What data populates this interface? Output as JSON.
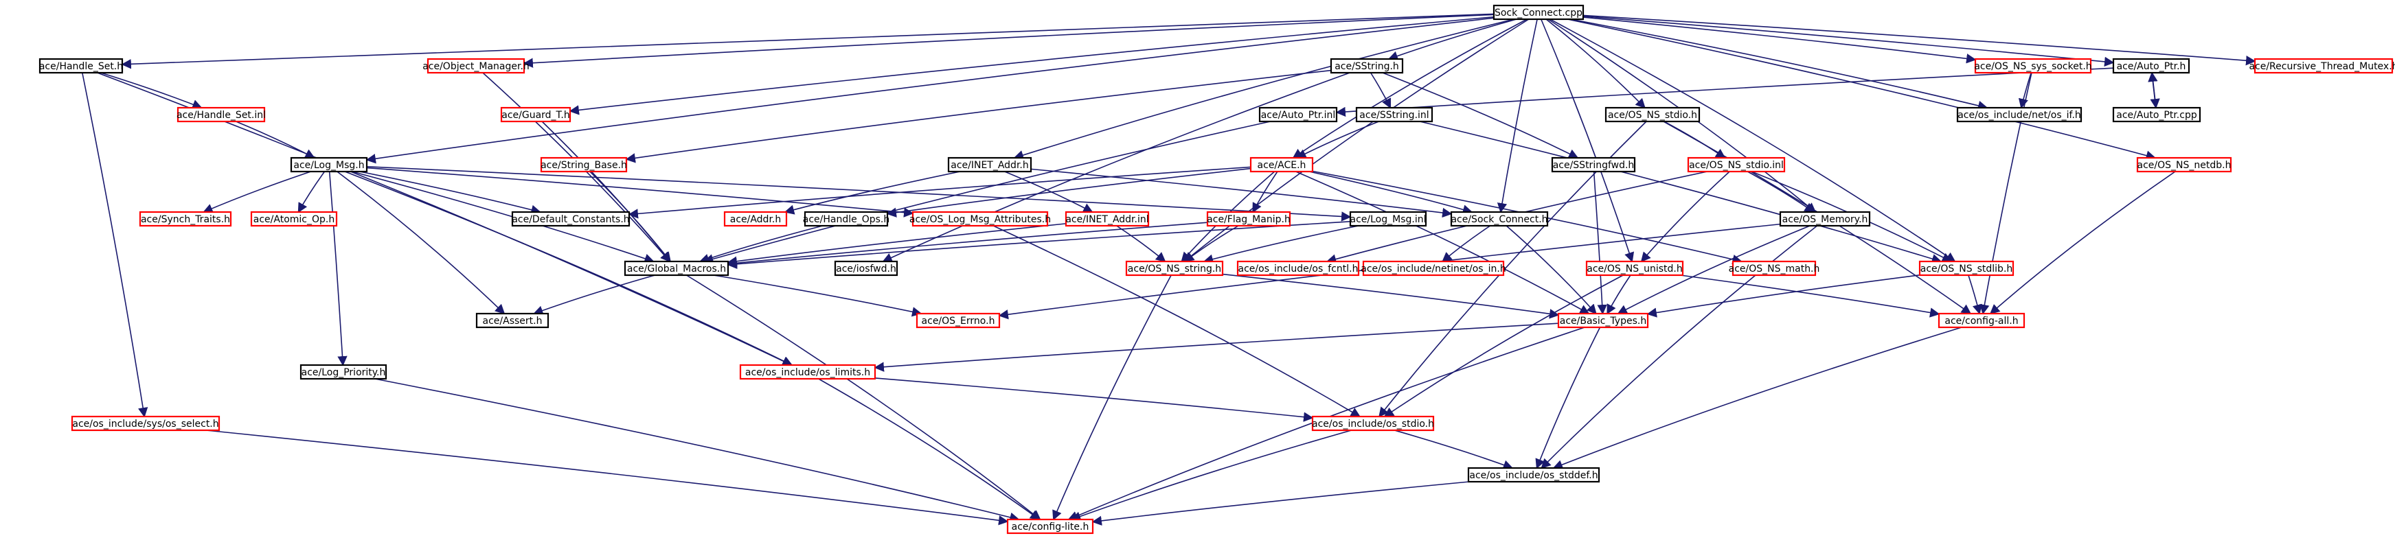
{
  "colors": {
    "box_black": "#000000",
    "box_red": "#ff0000",
    "box_root_fill": "#bfbfbf",
    "edge": "#1a1a6e"
  },
  "nodes": [
    {
      "id": "root",
      "label": "Sock_Connect.cpp",
      "style": "root"
    },
    {
      "id": "handle_set_h",
      "label": "ace/Handle_Set.h",
      "style": "black"
    },
    {
      "id": "object_manager_h",
      "label": "ace/Object_Manager.h",
      "style": "red"
    },
    {
      "id": "sstring_h",
      "label": "ace/SString.h",
      "style": "black"
    },
    {
      "id": "os_ns_sys_socket_h",
      "label": "ace/OS_NS_sys_socket.h",
      "style": "red"
    },
    {
      "id": "auto_ptr_h",
      "label": "ace/Auto_Ptr.h",
      "style": "black"
    },
    {
      "id": "recursive_thread_mutex_h",
      "label": "ace/Recursive_Thread_Mutex.h",
      "style": "red"
    },
    {
      "id": "handle_set_inl",
      "label": "ace/Handle_Set.inl",
      "style": "red"
    },
    {
      "id": "guard_t_h",
      "label": "ace/Guard_T.h",
      "style": "red"
    },
    {
      "id": "auto_ptr_inl",
      "label": "ace/Auto_Ptr.inl",
      "style": "black"
    },
    {
      "id": "sstring_inl",
      "label": "ace/SString.inl",
      "style": "black"
    },
    {
      "id": "os_ns_stdio_h",
      "label": "ace/OS_NS_stdio.h",
      "style": "black"
    },
    {
      "id": "os_if_h",
      "label": "ace/os_include/net/os_if.h",
      "style": "black"
    },
    {
      "id": "auto_ptr_cpp",
      "label": "ace/Auto_Ptr.cpp",
      "style": "black"
    },
    {
      "id": "log_msg_h",
      "label": "ace/Log_Msg.h",
      "style": "black"
    },
    {
      "id": "string_base_h",
      "label": "ace/String_Base.h",
      "style": "red"
    },
    {
      "id": "inet_addr_h",
      "label": "ace/INET_Addr.h",
      "style": "black"
    },
    {
      "id": "ace_h",
      "label": "ace/ACE.h",
      "style": "red"
    },
    {
      "id": "sstringfwd_h",
      "label": "ace/SStringfwd.h",
      "style": "black"
    },
    {
      "id": "os_ns_stdio_inl",
      "label": "ace/OS_NS_stdio.inl",
      "style": "red"
    },
    {
      "id": "os_ns_netdb_h",
      "label": "ace/OS_NS_netdb.h",
      "style": "red"
    },
    {
      "id": "synch_traits_h",
      "label": "ace/Synch_Traits.h",
      "style": "red"
    },
    {
      "id": "atomic_op_h",
      "label": "ace/Atomic_Op.h",
      "style": "red"
    },
    {
      "id": "default_constants_h",
      "label": "ace/Default_Constants.h",
      "style": "black"
    },
    {
      "id": "addr_h",
      "label": "ace/Addr.h",
      "style": "red"
    },
    {
      "id": "handle_ops_h",
      "label": "ace/Handle_Ops.h",
      "style": "black"
    },
    {
      "id": "os_log_msg_attributes_h",
      "label": "ace/OS_Log_Msg_Attributes.h",
      "style": "red"
    },
    {
      "id": "inet_addr_inl",
      "label": "ace/INET_Addr.inl",
      "style": "red"
    },
    {
      "id": "flag_manip_h",
      "label": "ace/Flag_Manip.h",
      "style": "red"
    },
    {
      "id": "log_msg_inl",
      "label": "ace/Log_Msg.inl",
      "style": "black"
    },
    {
      "id": "sock_connect_h",
      "label": "ace/Sock_Connect.h",
      "style": "black"
    },
    {
      "id": "os_memory_h",
      "label": "ace/OS_Memory.h",
      "style": "black"
    },
    {
      "id": "global_macros_h",
      "label": "ace/Global_Macros.h",
      "style": "black"
    },
    {
      "id": "iosfwd_h",
      "label": "ace/iosfwd.h",
      "style": "black"
    },
    {
      "id": "os_ns_string_h",
      "label": "ace/OS_NS_string.h",
      "style": "red"
    },
    {
      "id": "os_fcntl_h",
      "label": "ace/os_include/os_fcntl.h",
      "style": "red"
    },
    {
      "id": "os_in_h",
      "label": "ace/os_include/netinet/os_in.h",
      "style": "red"
    },
    {
      "id": "os_ns_unistd_h",
      "label": "ace/OS_NS_unistd.h",
      "style": "red"
    },
    {
      "id": "os_ns_math_h",
      "label": "ace/OS_NS_math.h",
      "style": "red"
    },
    {
      "id": "os_ns_stdlib_h",
      "label": "ace/OS_NS_stdlib.h",
      "style": "red"
    },
    {
      "id": "assert_h",
      "label": "ace/Assert.h",
      "style": "black"
    },
    {
      "id": "os_errno_h",
      "label": "ace/OS_Errno.h",
      "style": "red"
    },
    {
      "id": "basic_types_h",
      "label": "ace/Basic_Types.h",
      "style": "red"
    },
    {
      "id": "config_all_h",
      "label": "ace/config-all.h",
      "style": "red"
    },
    {
      "id": "log_priority_h",
      "label": "ace/Log_Priority.h",
      "style": "black"
    },
    {
      "id": "os_limits_h",
      "label": "ace/os_include/os_limits.h",
      "style": "red"
    },
    {
      "id": "os_select_h",
      "label": "ace/os_include/sys/os_select.h",
      "style": "red"
    },
    {
      "id": "os_stdio_h",
      "label": "ace/os_include/os_stdio.h",
      "style": "red"
    },
    {
      "id": "os_stddef_h",
      "label": "ace/os_include/os_stddef.h",
      "style": "black"
    },
    {
      "id": "config_lite_h",
      "label": "ace/config-lite.h",
      "style": "red"
    }
  ],
  "edges": [
    [
      "root",
      "handle_set_h"
    ],
    [
      "root",
      "object_manager_h"
    ],
    [
      "root",
      "guard_t_h"
    ],
    [
      "root",
      "log_msg_h"
    ],
    [
      "root",
      "sstring_h"
    ],
    [
      "root",
      "inet_addr_h"
    ],
    [
      "root",
      "ace_h"
    ],
    [
      "root",
      "os_ns_string_h"
    ],
    [
      "root",
      "sock_connect_h"
    ],
    [
      "root",
      "os_ns_stdio_h"
    ],
    [
      "root",
      "os_ns_unistd_h"
    ],
    [
      "root",
      "os_memory_h"
    ],
    [
      "root",
      "os_ns_stdlib_h"
    ],
    [
      "root",
      "os_ns_sys_socket_h"
    ],
    [
      "root",
      "auto_ptr_h"
    ],
    [
      "root",
      "os_ns_netdb_h"
    ],
    [
      "root",
      "recursive_thread_mutex_h"
    ],
    [
      "root",
      "os_if_h"
    ],
    [
      "handle_set_h",
      "handle_set_inl"
    ],
    [
      "handle_set_h",
      "os_limits_h"
    ],
    [
      "handle_set_h",
      "os_select_h"
    ],
    [
      "handle_set_inl",
      "log_msg_h"
    ],
    [
      "object_manager_h",
      "global_macros_h"
    ],
    [
      "guard_t_h",
      "global_macros_h"
    ],
    [
      "sstring_h",
      "string_base_h"
    ],
    [
      "sstring_h",
      "sstring_inl"
    ],
    [
      "sstring_h",
      "sstringfwd_h"
    ],
    [
      "sstring_h",
      "iosfwd_h"
    ],
    [
      "sstring_inl",
      "ace_h"
    ],
    [
      "sstring_inl",
      "os_ns_stdlib_h"
    ],
    [
      "auto_ptr_h",
      "auto_ptr_inl"
    ],
    [
      "auto_ptr_h",
      "auto_ptr_cpp"
    ],
    [
      "auto_ptr_cpp",
      "auto_ptr_h"
    ],
    [
      "auto_ptr_inl",
      "global_macros_h"
    ],
    [
      "os_ns_sys_socket_h",
      "os_if_h"
    ],
    [
      "os_ns_sys_socket_h",
      "config_all_h"
    ],
    [
      "os_ns_stdio_h",
      "os_ns_stdio_inl"
    ],
    [
      "os_ns_stdio_h",
      "os_stdio_h"
    ],
    [
      "os_ns_stdio_h",
      "config_all_h"
    ],
    [
      "os_ns_stdio_inl",
      "os_ns_unistd_h"
    ],
    [
      "os_ns_stdio_inl",
      "os_ns_memory_dummy"
    ],
    [
      "os_ns_stdio_inl",
      "os_memory_h"
    ],
    [
      "os_ns_stdio_inl",
      "os_ns_stdlib_h"
    ],
    [
      "os_ns_stdio_inl",
      "os_fcntl_h"
    ],
    [
      "log_msg_h",
      "synch_traits_h"
    ],
    [
      "log_msg_h",
      "atomic_op_h"
    ],
    [
      "log_msg_h",
      "default_constants_h"
    ],
    [
      "log_msg_h",
      "os_log_msg_attributes_h"
    ],
    [
      "log_msg_h",
      "log_msg_inl"
    ],
    [
      "log_msg_h",
      "global_macros_h"
    ],
    [
      "log_msg_h",
      "assert_h"
    ],
    [
      "log_msg_h",
      "log_priority_h"
    ],
    [
      "log_msg_h",
      "os_limits_h"
    ],
    [
      "string_base_h",
      "global_macros_h"
    ],
    [
      "inet_addr_h",
      "addr_h"
    ],
    [
      "inet_addr_h",
      "inet_addr_inl"
    ],
    [
      "inet_addr_h",
      "sock_connect_h"
    ],
    [
      "inet_addr_inl",
      "os_ns_string_h"
    ],
    [
      "inet_addr_inl",
      "global_macros_h"
    ],
    [
      "ace_h",
      "default_constants_h"
    ],
    [
      "ace_h",
      "handle_ops_h"
    ],
    [
      "ace_h",
      "flag_manip_h"
    ],
    [
      "ace_h",
      "sock_connect_h"
    ],
    [
      "ace_h",
      "os_ns_math_h"
    ],
    [
      "ace_h",
      "os_ns_string_h"
    ],
    [
      "ace_h",
      "basic_types_h"
    ],
    [
      "handle_ops_h",
      "global_macros_h"
    ],
    [
      "os_log_msg_attributes_h",
      "os_stdio_h"
    ],
    [
      "flag_manip_h",
      "os_ns_string_h"
    ],
    [
      "flag_manip_h",
      "global_macros_h"
    ],
    [
      "log_msg_inl",
      "os_ns_string_h"
    ],
    [
      "log_msg_inl",
      "global_macros_h"
    ],
    [
      "sstringfwd_h",
      "basic_types_h"
    ],
    [
      "sock_connect_h",
      "basic_types_h"
    ],
    [
      "sock_connect_h",
      "os_in_h"
    ],
    [
      "os_memory_h",
      "os_errno_h"
    ],
    [
      "os_memory_h",
      "basic_types_h"
    ],
    [
      "os_memory_h",
      "os_stddef_h"
    ],
    [
      "global_macros_h",
      "assert_h"
    ],
    [
      "global_macros_h",
      "os_errno_h"
    ],
    [
      "global_macros_h",
      "config_lite_h"
    ],
    [
      "os_ns_string_h",
      "basic_types_h"
    ],
    [
      "os_ns_string_h",
      "config_lite_h"
    ],
    [
      "os_ns_unistd_h",
      "basic_types_h"
    ],
    [
      "os_ns_unistd_h",
      "os_stdio_h"
    ],
    [
      "os_ns_unistd_h",
      "config_all_h"
    ],
    [
      "os_ns_stdlib_h",
      "basic_types_h"
    ],
    [
      "os_ns_stdlib_h",
      "config_all_h"
    ],
    [
      "basic_types_h",
      "os_limits_h"
    ],
    [
      "basic_types_h",
      "os_stddef_h"
    ],
    [
      "basic_types_h",
      "config_lite_h"
    ],
    [
      "config_all_h",
      "os_stddef_h"
    ],
    [
      "os_ns_netdb_h",
      "config_all_h"
    ],
    [
      "os_limits_h",
      "os_stdio_h"
    ],
    [
      "os_limits_h",
      "config_lite_h"
    ],
    [
      "os_select_h",
      "config_lite_h"
    ],
    [
      "log_priority_h",
      "config_lite_h"
    ],
    [
      "os_stdio_h",
      "os_stddef_h"
    ],
    [
      "os_stdio_h",
      "config_lite_h"
    ],
    [
      "os_stddef_h",
      "config_lite_h"
    ]
  ]
}
